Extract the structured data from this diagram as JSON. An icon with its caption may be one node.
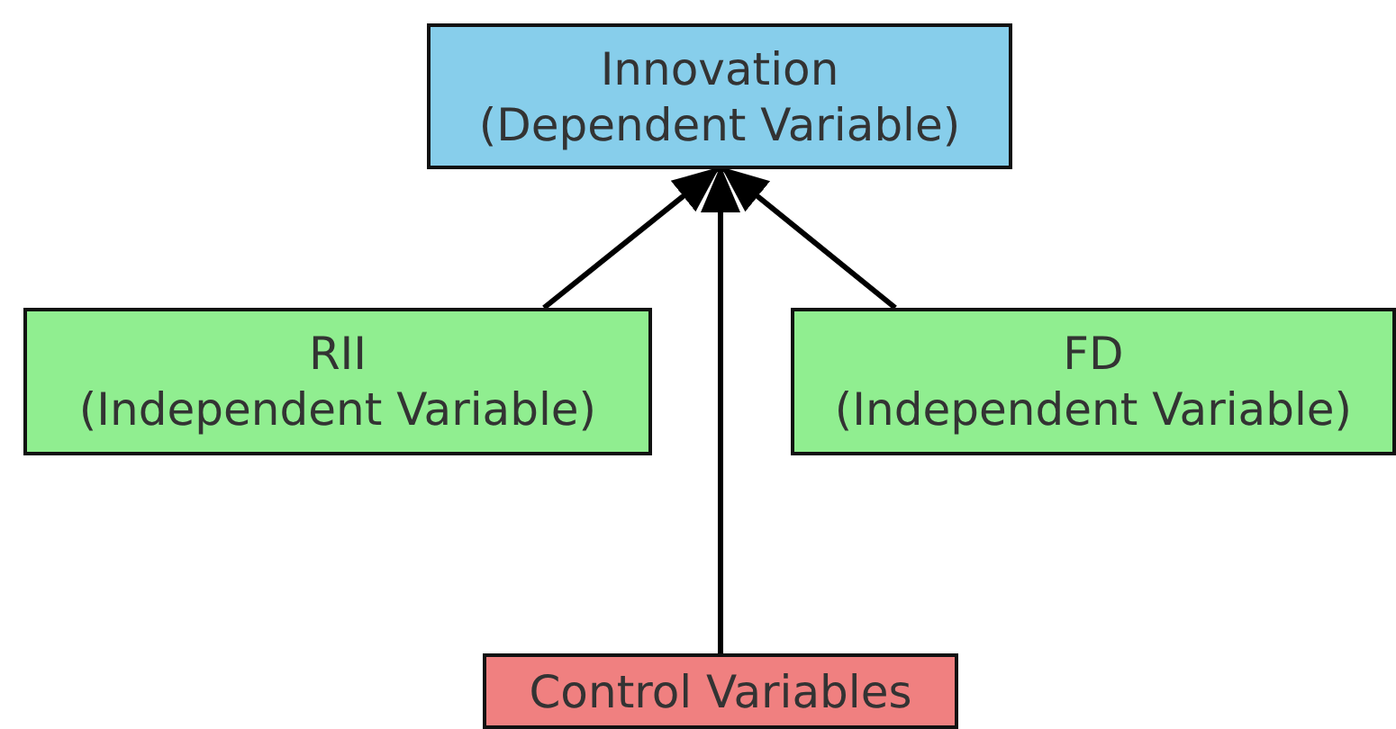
{
  "diagram": {
    "nodes": [
      {
        "text": [
          "Innovation",
          "(Dependent Variable)"
        ]
      },
      {
        "text": [
          "RII",
          "(Independent Variable)"
        ]
      },
      {
        "text": [
          "FD",
          "(Independent Variable)"
        ]
      },
      {
        "text": [
          "Control Variables"
        ]
      }
    ],
    "edges": [
      {
        "from": 1,
        "to": 0,
        "arrow": "to"
      },
      {
        "from": 2,
        "to": 0,
        "arrow": "to"
      },
      {
        "from": 3,
        "to": 0,
        "arrow": "to"
      }
    ]
  }
}
